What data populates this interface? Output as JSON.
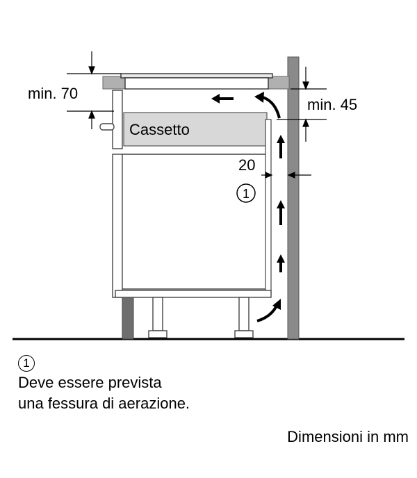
{
  "labels": {
    "min_left": "min. 70",
    "min_right": "min. 45",
    "drawer": "Cassetto",
    "gap": "20",
    "marker": "1"
  },
  "note": {
    "marker": "1",
    "line1": "Deve essere prevista",
    "line2": "una fessura di aerazione."
  },
  "units": "Dimensioni in mm"
}
